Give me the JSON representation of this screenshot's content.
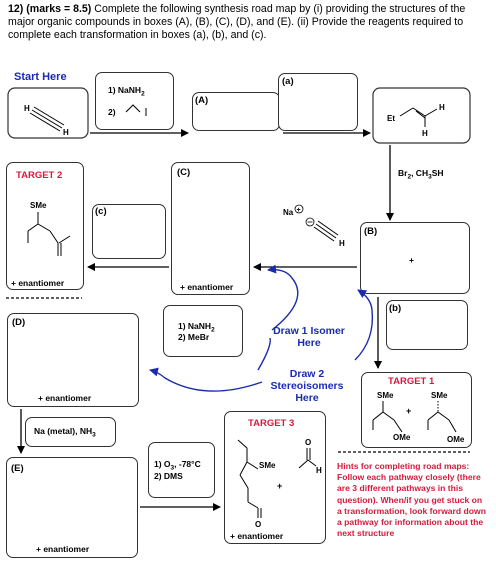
{
  "header": {
    "number": "12)",
    "marks": "(marks = 8.5)",
    "body": " Complete the following synthesis road map by (i) providing the structures of the major organic compounds in boxes (A), (B), (C), (D), and (E). (ii) Provide the reagents required to complete each transformation in boxes (a), (b), and (c)."
  },
  "start_label": "Start Here",
  "boxes": {
    "A": "(A)",
    "B": "(B)",
    "C": "(C)",
    "D": "(D)",
    "E": "(E)",
    "a": "(a)",
    "b": "(b)",
    "c": "(c)"
  },
  "reagents": {
    "step1_l1": "1) NaNH",
    "step1_l2": "2)",
    "bromination": "Br",
    "bromination_rest": ", CH",
    "bromination_end": "SH",
    "step_D_l1": "1) NaNH",
    "step_D_l2": "2) MeBr",
    "na_nh3": "Na (metal), NH",
    "ozone_l1": "1) O",
    "ozone_l1_rest": ", -78°C",
    "ozone_l2": "2) DMS"
  },
  "subscripts": {
    "two": "2",
    "three": "3"
  },
  "targets": {
    "t1": "TARGET 1",
    "t2": "TARGET 2",
    "t3": "TARGET 3"
  },
  "enantiomer": "+ enantiomer",
  "plus": "+",
  "draw1": [
    "Draw 1 Isomer",
    "Here"
  ],
  "draw2": [
    "Draw 2",
    "Stereoisomers",
    "Here"
  ],
  "hint": "Hints for completing road maps: Follow each pathway closely (there are 3 different pathways in this question). When/if you get stuck on a transformation, look forward down a pathway for information about the next structure",
  "atoms": {
    "H": "H",
    "Et": "Et",
    "Na": "Na",
    "SMe": "SMe",
    "OMe": "OMe",
    "O": "O"
  }
}
